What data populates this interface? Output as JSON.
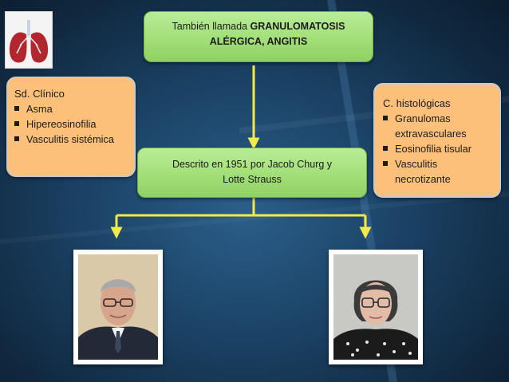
{
  "top_box": {
    "line1_plain": "También llamada ",
    "line1_bold": "GRANULOMATOSIS",
    "line2_bold": "ALÉRGICA, ANGITIS"
  },
  "middle_box": {
    "line1": "Descrito en 1951 por Jacob Churg y",
    "line2": "Lotte Strauss"
  },
  "left_box": {
    "title": "Sd. Clínico",
    "items": [
      "Asma",
      "Hipereosinofilia",
      "Vasculitis sistémica"
    ]
  },
  "right_box": {
    "title": "C. histológicas",
    "items": [
      "Granulomas extravasculares",
      "Eosinofilia tisular",
      "Vasculitis necrotizante"
    ]
  },
  "colors": {
    "green_box": "#a2df78",
    "orange_box": "#fcc07a",
    "arrow": "#f2e94e",
    "background": "#1c4468"
  },
  "icons": {
    "logo": "lungs-icon",
    "photo_left": "portrait-man-photo",
    "photo_right": "portrait-woman-photo"
  }
}
